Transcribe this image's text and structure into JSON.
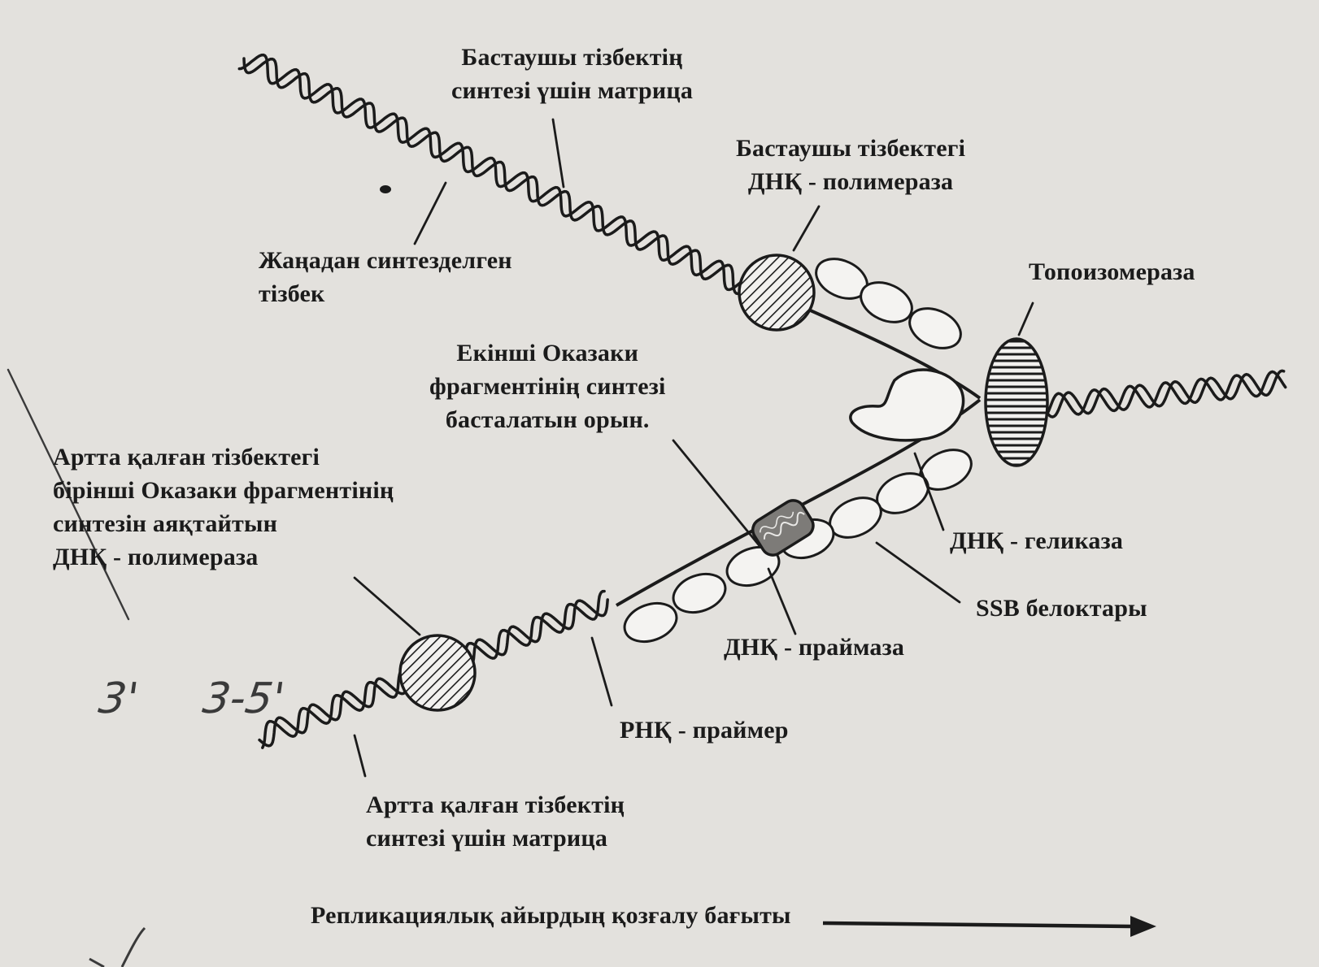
{
  "labels": {
    "leading_template": "Бастаушы тізбектің\nсинтезі үшін матрица",
    "leading_polymerase": "Бастаушы тізбектегі\nДНҚ - полимераза",
    "new_strand": "Жаңадан синтезделген\nтізбек",
    "topoisomerase": "Топоизомераза",
    "second_okazaki_site": "Екінші Оказаки\nфрагментінің синтезі\nбасталатын орын.",
    "lagging_polymerase": "Артта қалған тізбектегі\nбірінші Оказаки фрагментінің\nсинтезін аяқтайтын\nДНҚ - полимераза",
    "helicase": "ДНҚ - геликаза",
    "ssb": "SSB белоктары",
    "primase": "ДНҚ - праймаза",
    "rna_primer": "РНҚ - праймер",
    "lagging_template": "Артта қалған тізбектің\nсинтезі үшін матрица",
    "fork_direction": "Репликациялық айырдың қозғалу бағыты"
  },
  "handwriting": {
    "mark_1": "3'",
    "mark_2": "3-5'"
  },
  "colors": {
    "paper": "#e3e1dd",
    "ink": "#1b1b1b",
    "pencil": "#3a3a3a"
  }
}
